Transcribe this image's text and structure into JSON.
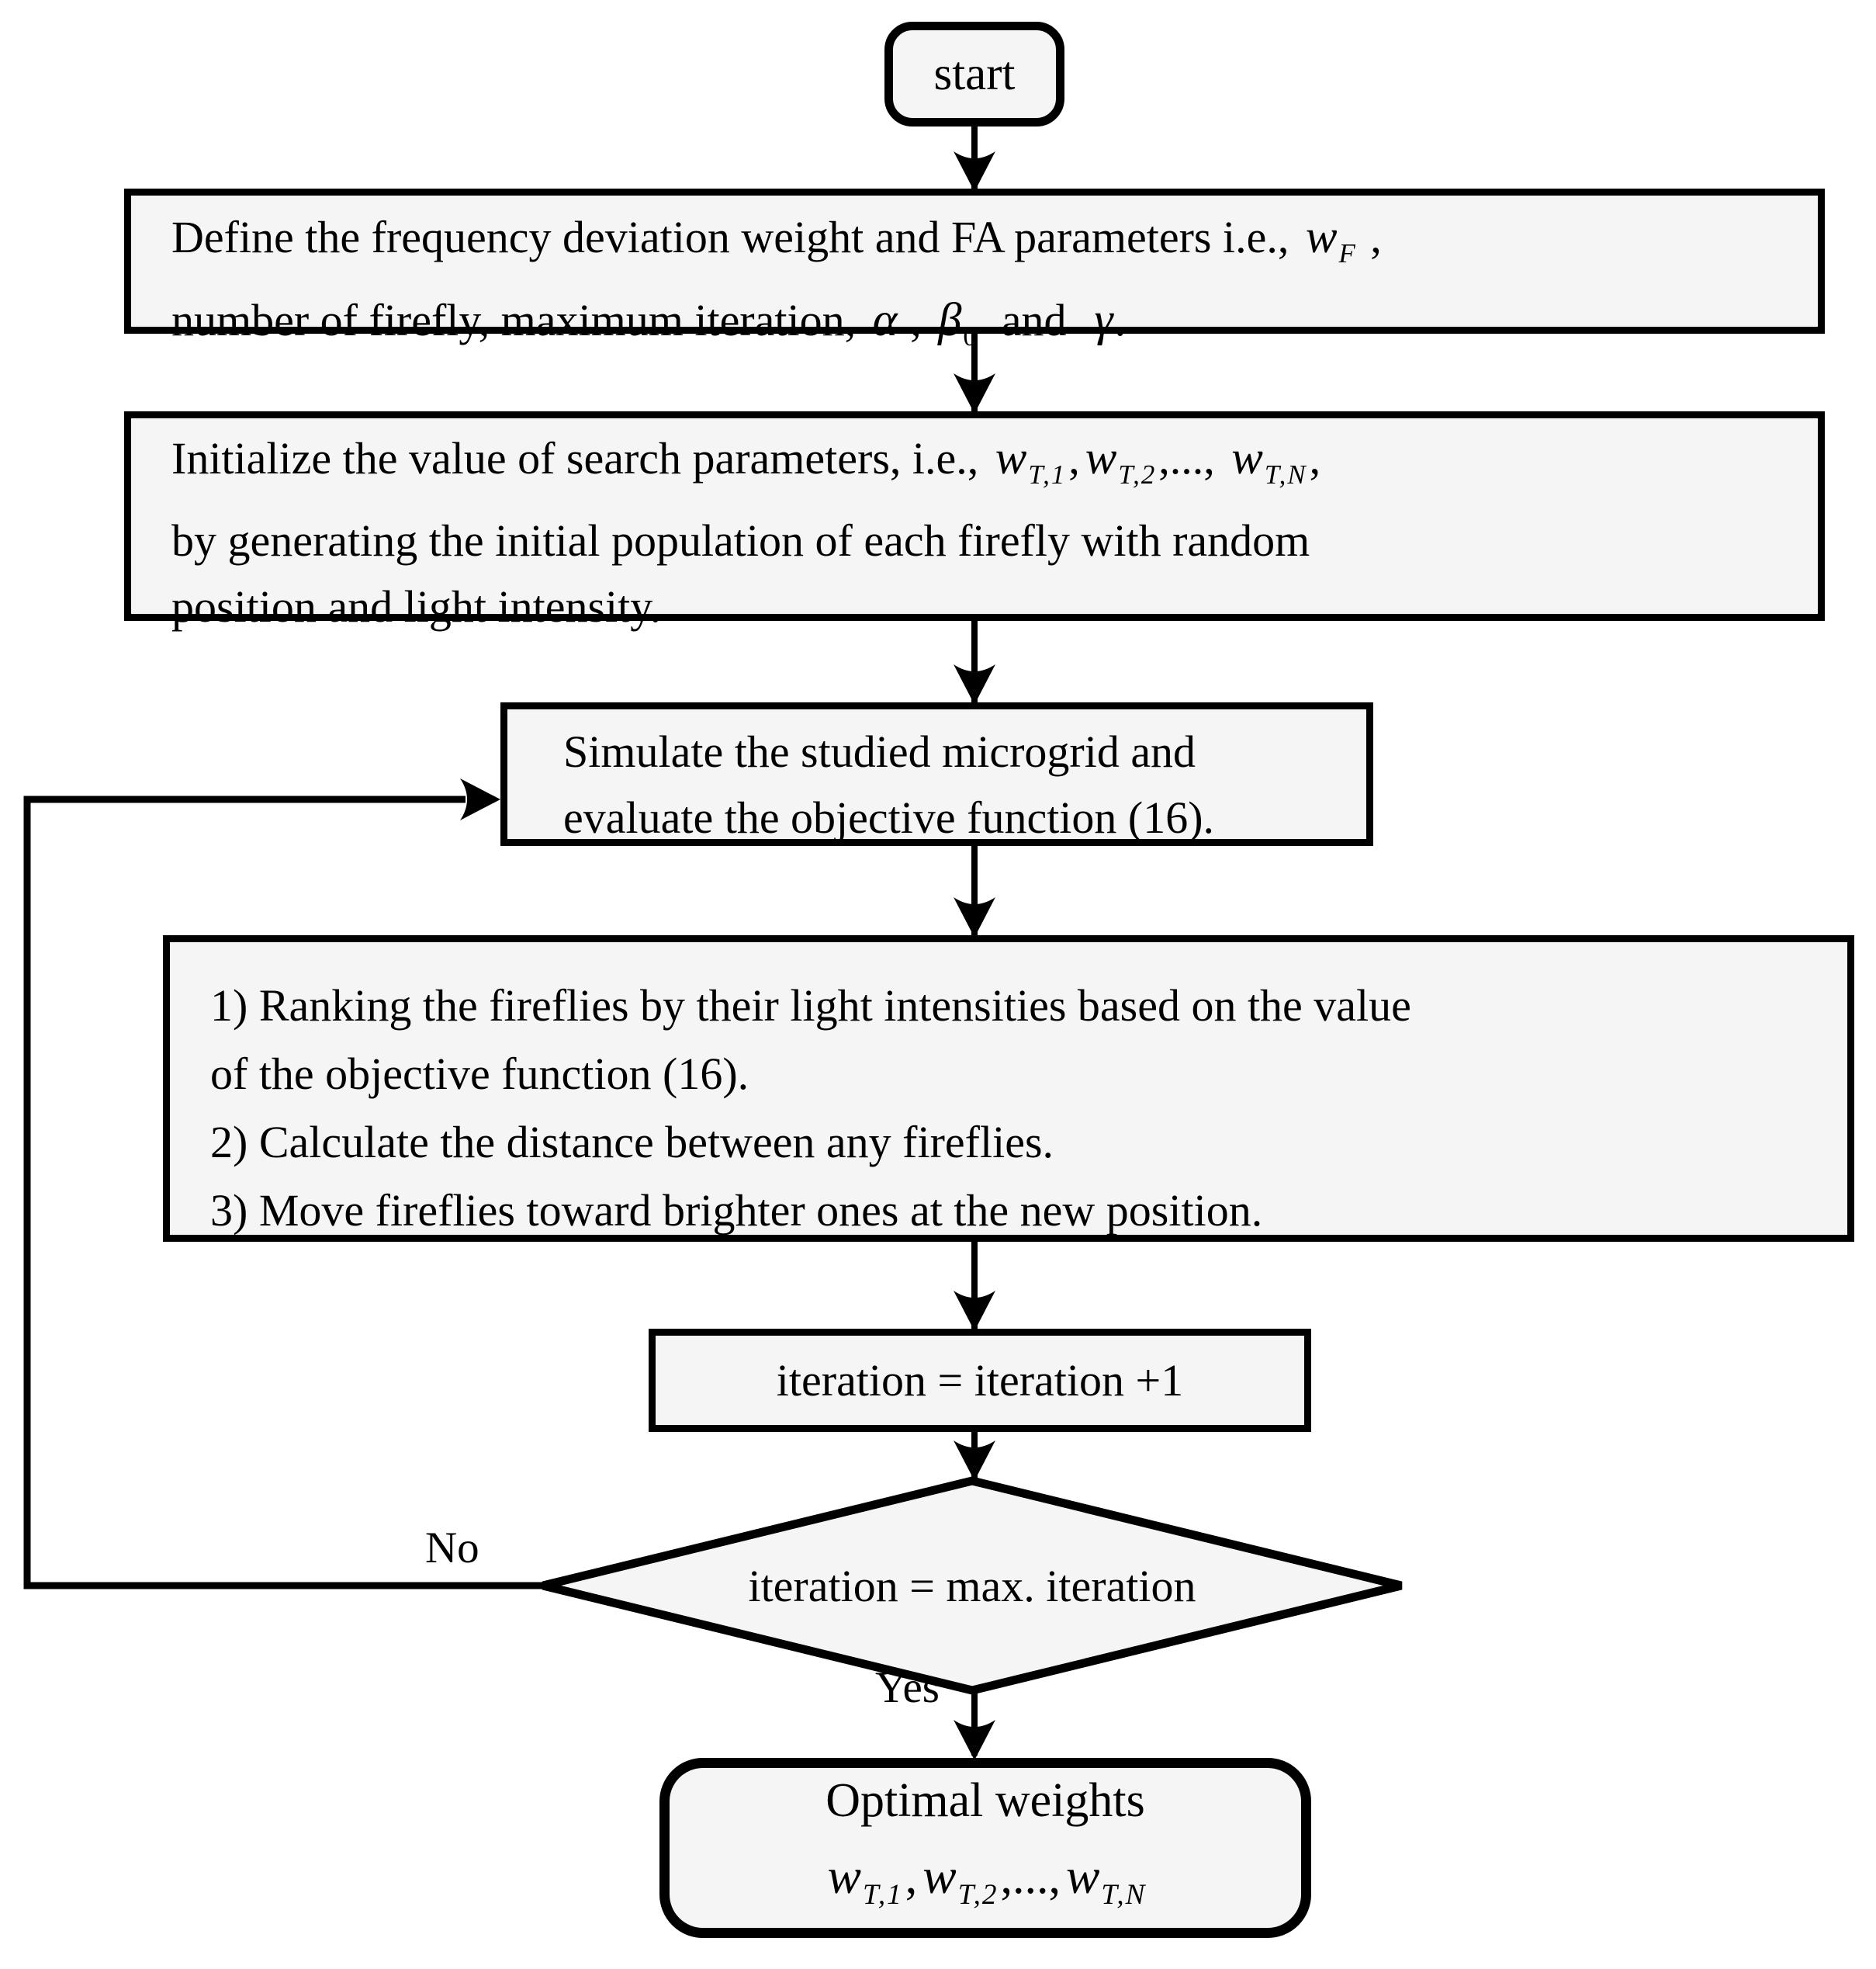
{
  "figure": {
    "type": "flowchart",
    "background": "#ffffff",
    "node_fill": "#f5f5f5",
    "line_color": "#000000"
  },
  "sym": {
    "w": "w",
    "alpha": "α",
    "beta": "β",
    "gamma": "γ"
  },
  "subs": {
    "F": "F",
    "T1": "T,1",
    "T2": "T,2",
    "TN": "T,N",
    "zero": "0"
  },
  "nodes": {
    "start": {
      "label": "start"
    },
    "define": {
      "text1": "Define the frequency deviation weight and FA parameters i.e., ",
      "after_w": " ,",
      "text2": "number of firefly, maximum iteration, ",
      "sep1": " , ",
      "sep2": "  and  ",
      "end": "."
    },
    "initialize": {
      "text1": "Initialize the value of search parameters, i.e., ",
      "sep1": ",",
      "sep2": ",..., ",
      "end": ",",
      "line2": "by generating the initial population of each firefly with random",
      "line3": "position and light intensity."
    },
    "simulate": {
      "line1": "Simulate the studied microgrid and",
      "line2": "evaluate the objective function (16)."
    },
    "ranking": {
      "line1": "1) Ranking the fireflies by their light intensities based on the value",
      "line2": "of the objective function (16).",
      "line3": "2) Calculate the distance between any fireflies.",
      "line4": "3) Move fireflies toward brighter ones at the new position."
    },
    "iteration": {
      "label": "iteration = iteration +1"
    },
    "decision": {
      "label": "iteration = max. iteration"
    },
    "optimal": {
      "title": "Optimal weights",
      "sep1": ",",
      "sep2": ",...,"
    }
  },
  "edge_labels": {
    "no": "No",
    "yes": "Yes"
  }
}
